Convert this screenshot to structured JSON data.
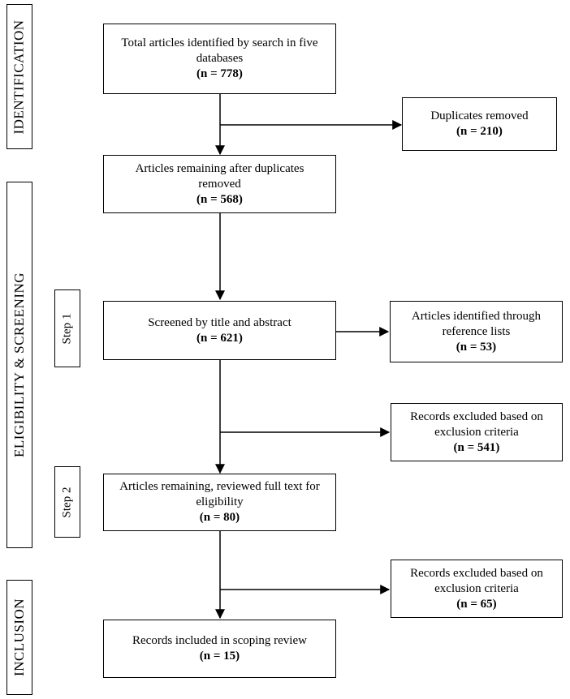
{
  "stages": {
    "identification": "IDENTIFICATION",
    "eligibility_screening": "ELIGIBILITY & SCREENING",
    "inclusion": "INCLUSION"
  },
  "steps": {
    "step1": "Step 1",
    "step2": "Step 2"
  },
  "boxes": {
    "identified": {
      "text": "Total articles identified by search in five databases",
      "count": "(n = 778)"
    },
    "duplicates": {
      "text": "Duplicates removed",
      "count": "(n = 210)"
    },
    "after_duplicates": {
      "text": "Articles remaining after duplicates removed",
      "count": "(n = 568)"
    },
    "screened": {
      "text": "Screened by title and abstract",
      "count": "(n = 621)"
    },
    "reference_lists": {
      "text": "Articles identified through reference lists",
      "count": "(n = 53)"
    },
    "excluded1": {
      "text": "Records excluded based on exclusion criteria",
      "count": "(n = 541)"
    },
    "full_text": {
      "text": "Articles remaining, reviewed full text for eligibility",
      "count": "(n = 80)"
    },
    "excluded2": {
      "text": "Records excluded based on exclusion criteria",
      "count": "(n = 65)"
    },
    "included": {
      "text": "Records included in scoping review",
      "count": "(n = 15)"
    }
  }
}
